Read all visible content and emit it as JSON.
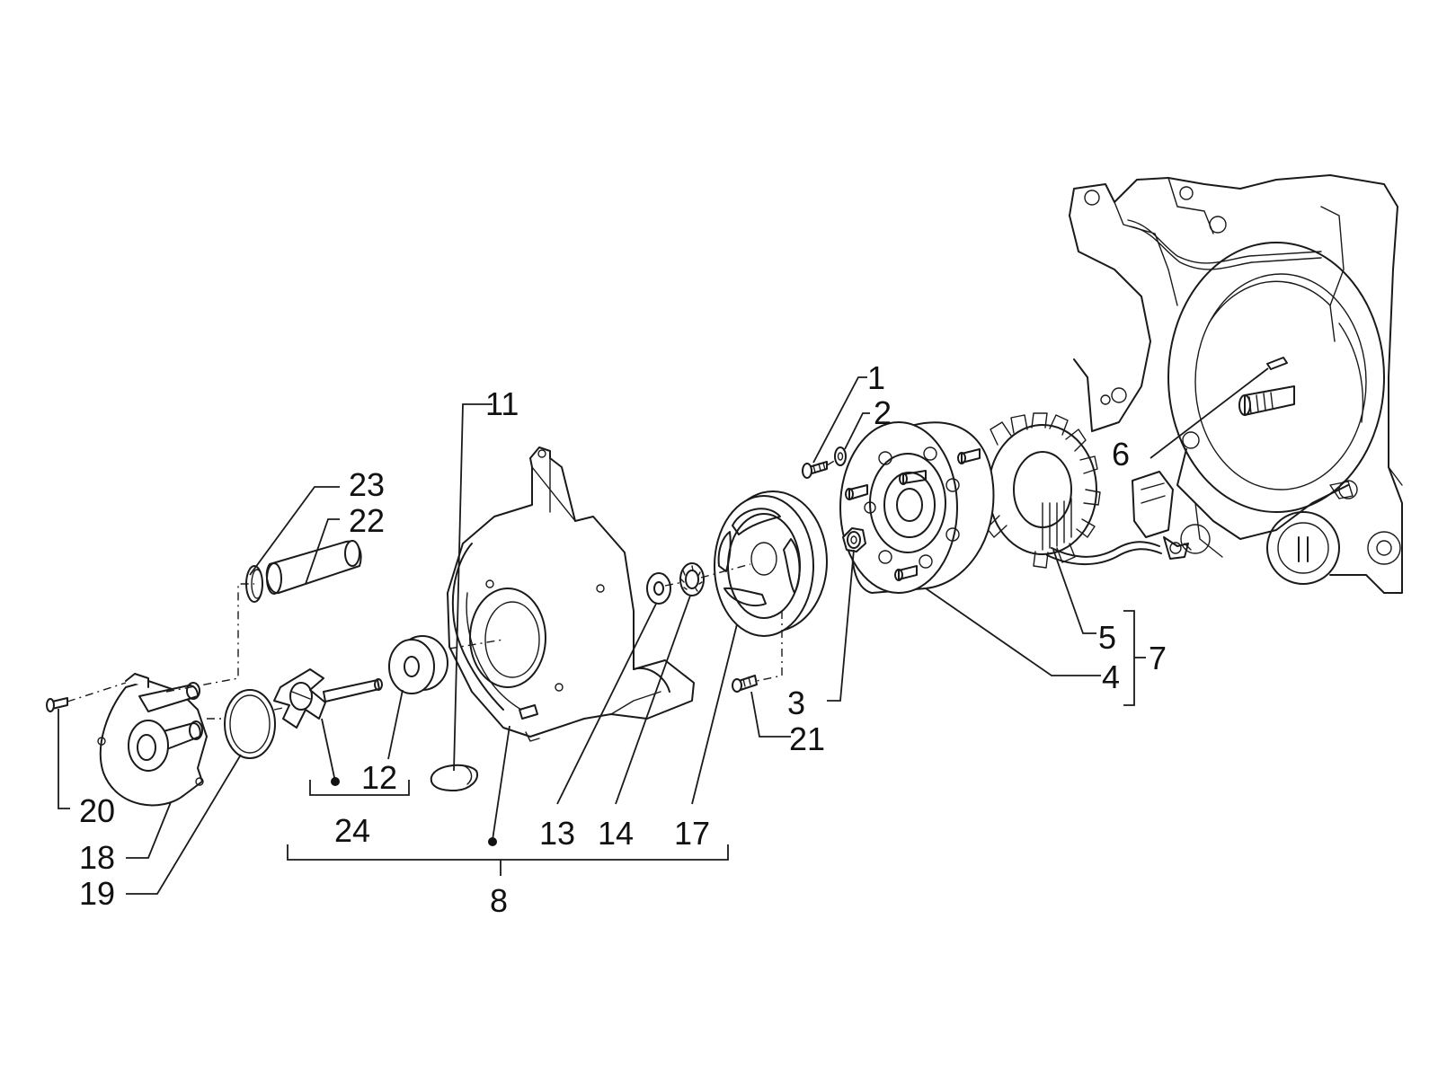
{
  "callouts": {
    "c1": "1",
    "c2": "2",
    "c3": "3",
    "c4": "4",
    "c5": "5",
    "c6": "6",
    "c7": "7",
    "c8": "8",
    "c11": "11",
    "c12": "12",
    "c13": "13",
    "c14": "14",
    "c17": "17",
    "c18": "18",
    "c19": "19",
    "c20": "20",
    "c21": "21",
    "c22": "22",
    "c23": "23",
    "c24": "24"
  }
}
